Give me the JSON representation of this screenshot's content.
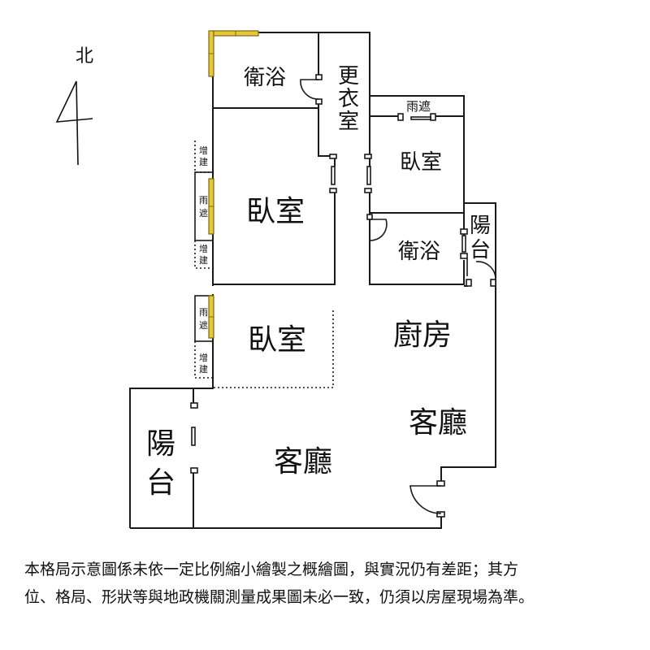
{
  "compass": {
    "label": "北"
  },
  "rooms": {
    "bath_north": "衛浴",
    "closet_chars": [
      "更",
      "衣",
      "室"
    ],
    "awning_top": "雨遮",
    "bedroom_ne": "臥室",
    "bedroom_main": "臥室",
    "bath_mid": "衛浴",
    "balcony_east_chars": [
      "陽",
      "台"
    ],
    "kitchen": "廚房",
    "bedroom_sw": "臥室",
    "living_east": "客廳",
    "living_main": "客廳",
    "balcony_west_chars": [
      "陽",
      "台"
    ]
  },
  "annex": {
    "extension_chars": [
      "增",
      "建"
    ],
    "awning_chars": [
      "雨",
      "遮"
    ]
  },
  "disclaimer": {
    "line1": "本格局示意圖係未依一定比例縮小繪製之概繪圖，與實況仍有差距；其方",
    "line2": "位、格局、形狀等與地政機關測量成果圖未必一致，仍須以房屋現場為準。"
  },
  "colors": {
    "wall": "#1a1a1a",
    "window": "#e8c83a",
    "window_edge": "#7a6a10"
  }
}
